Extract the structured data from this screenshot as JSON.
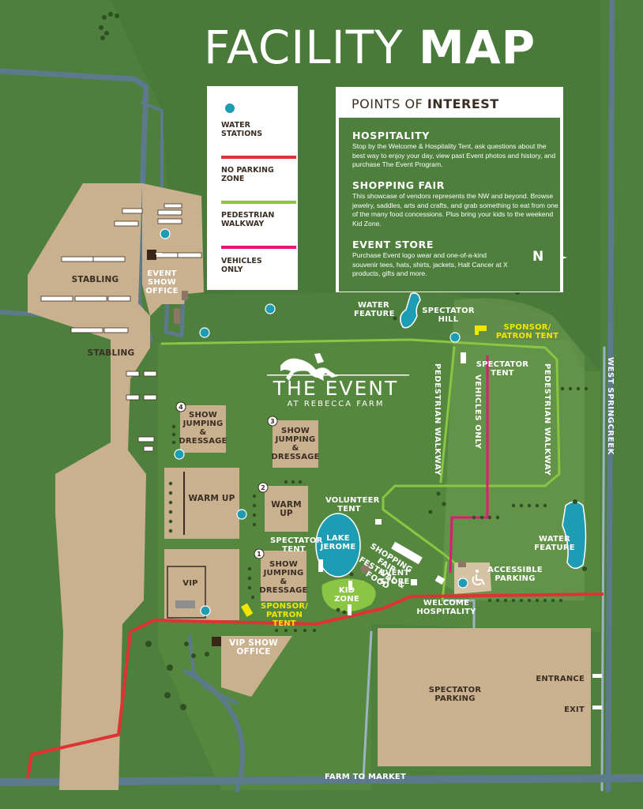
{
  "title": {
    "light": "FACILITY",
    "bold": "MAP"
  },
  "legend": {
    "items": [
      {
        "label_line1": "WATER",
        "label_line2": "STATIONS",
        "color": "#1e9cb4",
        "icon": "water-dot"
      },
      {
        "label_line1": "NO PARKING",
        "label_line2": "ZONE",
        "color": "#e03233",
        "icon": "red-line"
      },
      {
        "label_line1": "PEDESTRIAN",
        "label_line2": "WALKWAY",
        "color": "#8cc443",
        "icon": "green-line"
      },
      {
        "label_line1": "VEHICLES",
        "label_line2": "ONLY",
        "color": "#e0187a",
        "icon": "magenta-line"
      }
    ]
  },
  "poi": {
    "heading_light": "POINTS OF",
    "heading_bold": "INTEREST",
    "sections": [
      {
        "title": "HOSPITALITY",
        "text": "Stop by the Welcome & Hospitality Tent, ask questions about the best way to enjoy your day, view past Event photos and history, and purchase The Event Program."
      },
      {
        "title": "SHOPPING FAIR",
        "text": "This showcase of vendors represents the NW and beyond. Browse jewelry, saddles, arts and crafts, and grab something to eat from one of the many food concessions. Plus bring your kids to the weekend Kid Zone."
      },
      {
        "title": "EVENT STORE",
        "text": "Purchase Event logo wear and one-of-a-kind souvenir tees, hats, shirts, jackets, Halt Cancer at X products, gifts and more."
      }
    ]
  },
  "compass": "N",
  "logo": {
    "main": "THE EVENT",
    "sub": "AT REBECCA FARM"
  },
  "labels": {
    "stabling_1": "STABLING",
    "stabling_2": "STABLING",
    "event_show_office": "EVENT SHOW OFFICE",
    "water_feature_1": "WATER FEATURE",
    "spectator_hill": "SPECTATOR HILL",
    "sponsor_tent_top": "SPONSOR/ PATRON TENT",
    "spectator_tent_top": "SPECTATOR TENT",
    "ped_walkway_1": "PEDESTRIAN WALKWAY",
    "vehicles_only": "VEHICLES ONLY",
    "ped_walkway_2": "PEDESTRIAN WALKWAY",
    "west_springcreek": "WEST SPRINGCREEK",
    "arena_4_num": "4",
    "arena_4": "SHOW JUMPING & DRESSAGE",
    "arena_3_num": "3",
    "arena_3": "SHOW JUMPING & DRESSAGE",
    "warm_up_1": "WARM UP",
    "arena_2_num": "2",
    "warm_up_2": "WARM UP",
    "volunteer_tent": "VOLUNTEER TENT",
    "spectator_tent_mid": "SPECTATOR TENT",
    "arena_1_num": "1",
    "arena_1": "SHOW JUMPING & DRESSAGE",
    "lake_jerome": "LAKE JEROME",
    "shopping_fair": "SHOPPING FAIR FESTIVAL & FOOD",
    "water_feature_2": "WATER FEATURE",
    "accessible_parking": "ACCESSIBLE PARKING",
    "vip": "VIP",
    "sponsor_tent_bottom": "SPONSOR/ PATRON TENT",
    "kid_zone": "KID ZONE",
    "event_store": "EVENT STORE",
    "welcome_hospitality": "WELCOME HOSPITALITY",
    "vip_show_office": "VIP SHOW OFFICE",
    "entrance": "ENTRANCE",
    "spectator_parking": "SPECTATOR PARKING",
    "exit": "EXIT",
    "farm_to_market": "FARM TO MARKET"
  },
  "colors": {
    "grass": "#4e7f3d",
    "arena": "#c9b08f",
    "road": "#5d7a8c",
    "water": "#1e9cb4",
    "no_parking": "#e03233",
    "walkway": "#8cc443",
    "vehicles": "#e0187a",
    "sponsor": "#f2e600"
  }
}
